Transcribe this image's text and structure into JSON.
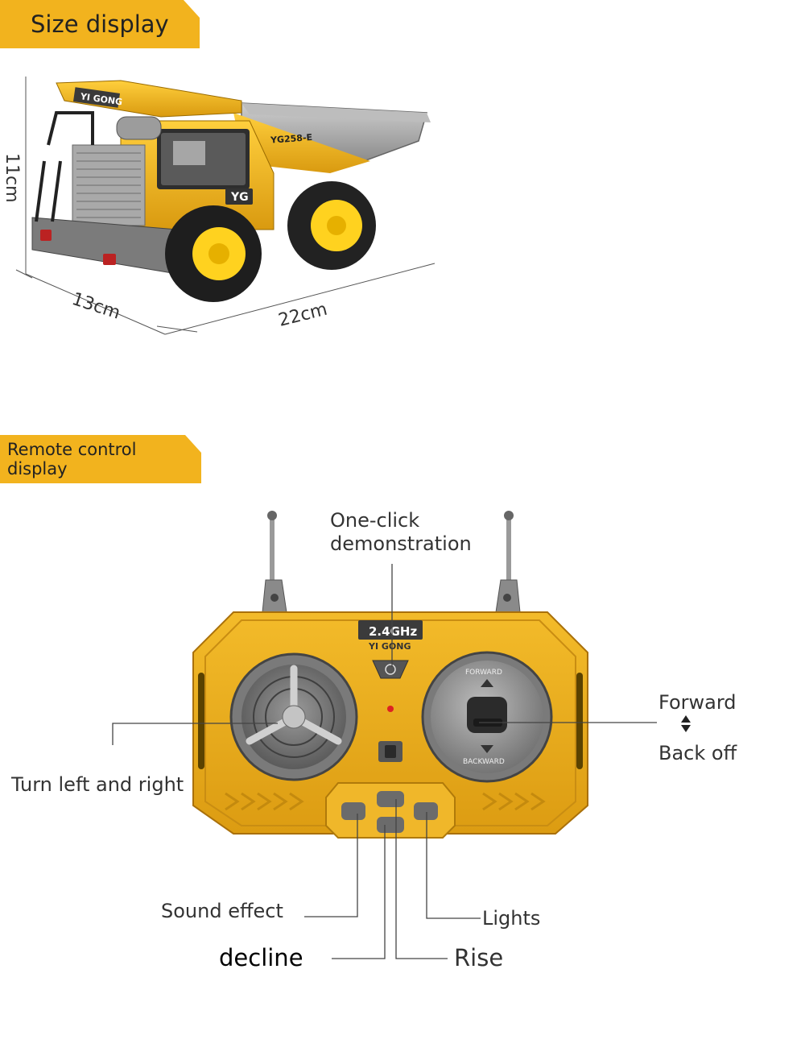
{
  "size_section": {
    "title": "Size display",
    "truck": {
      "model_badge": "YI GONG",
      "model_code": "YG258-E",
      "grille_badge": "YG"
    },
    "dimensions": {
      "height": "11cm",
      "width": "13cm",
      "length": "22cm"
    }
  },
  "remote_section": {
    "title": "Remote control display",
    "remote": {
      "frequency": "2.4GHz",
      "brand": "YI GONG",
      "joystick_top": "FORWARD",
      "joystick_bottom": "BACKWARD"
    },
    "callouts": {
      "demo": "One-click\ndemonstration",
      "forward": "Forward",
      "back": "Back off",
      "turn": "Turn left and right",
      "sound": "Sound effect",
      "decline": "decline",
      "lights": "Lights",
      "rise": "Rise"
    }
  },
  "colors": {
    "accent": "#f2b31e",
    "remote_body": "#e8a91a",
    "truck_body": "#efb21f",
    "grey": "#8b8b8b"
  }
}
